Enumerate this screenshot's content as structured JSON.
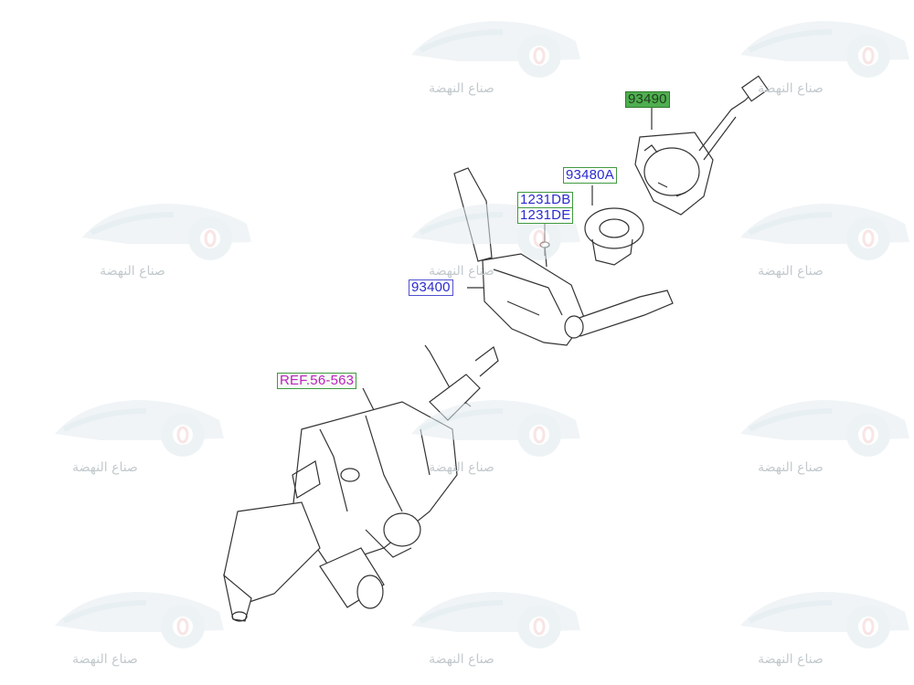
{
  "diagram": {
    "title": "Steering column and multifunction switch assembly",
    "labels": {
      "clock_spring": "93490",
      "sensor": "93480A",
      "screw_1": "1231DB",
      "screw_2": "1231DE",
      "switch_assembly": "93400",
      "column_reference": "REF.56-563"
    }
  },
  "watermark": {
    "text": "صناع النهضة"
  },
  "colors": {
    "label_border_green": "#3f9a3f",
    "label_text_blue": "#2a2ad0",
    "label_fill_green": "#4fae4f",
    "ref_text_magenta": "#c020c0",
    "watermark": "#dfe6ea"
  }
}
